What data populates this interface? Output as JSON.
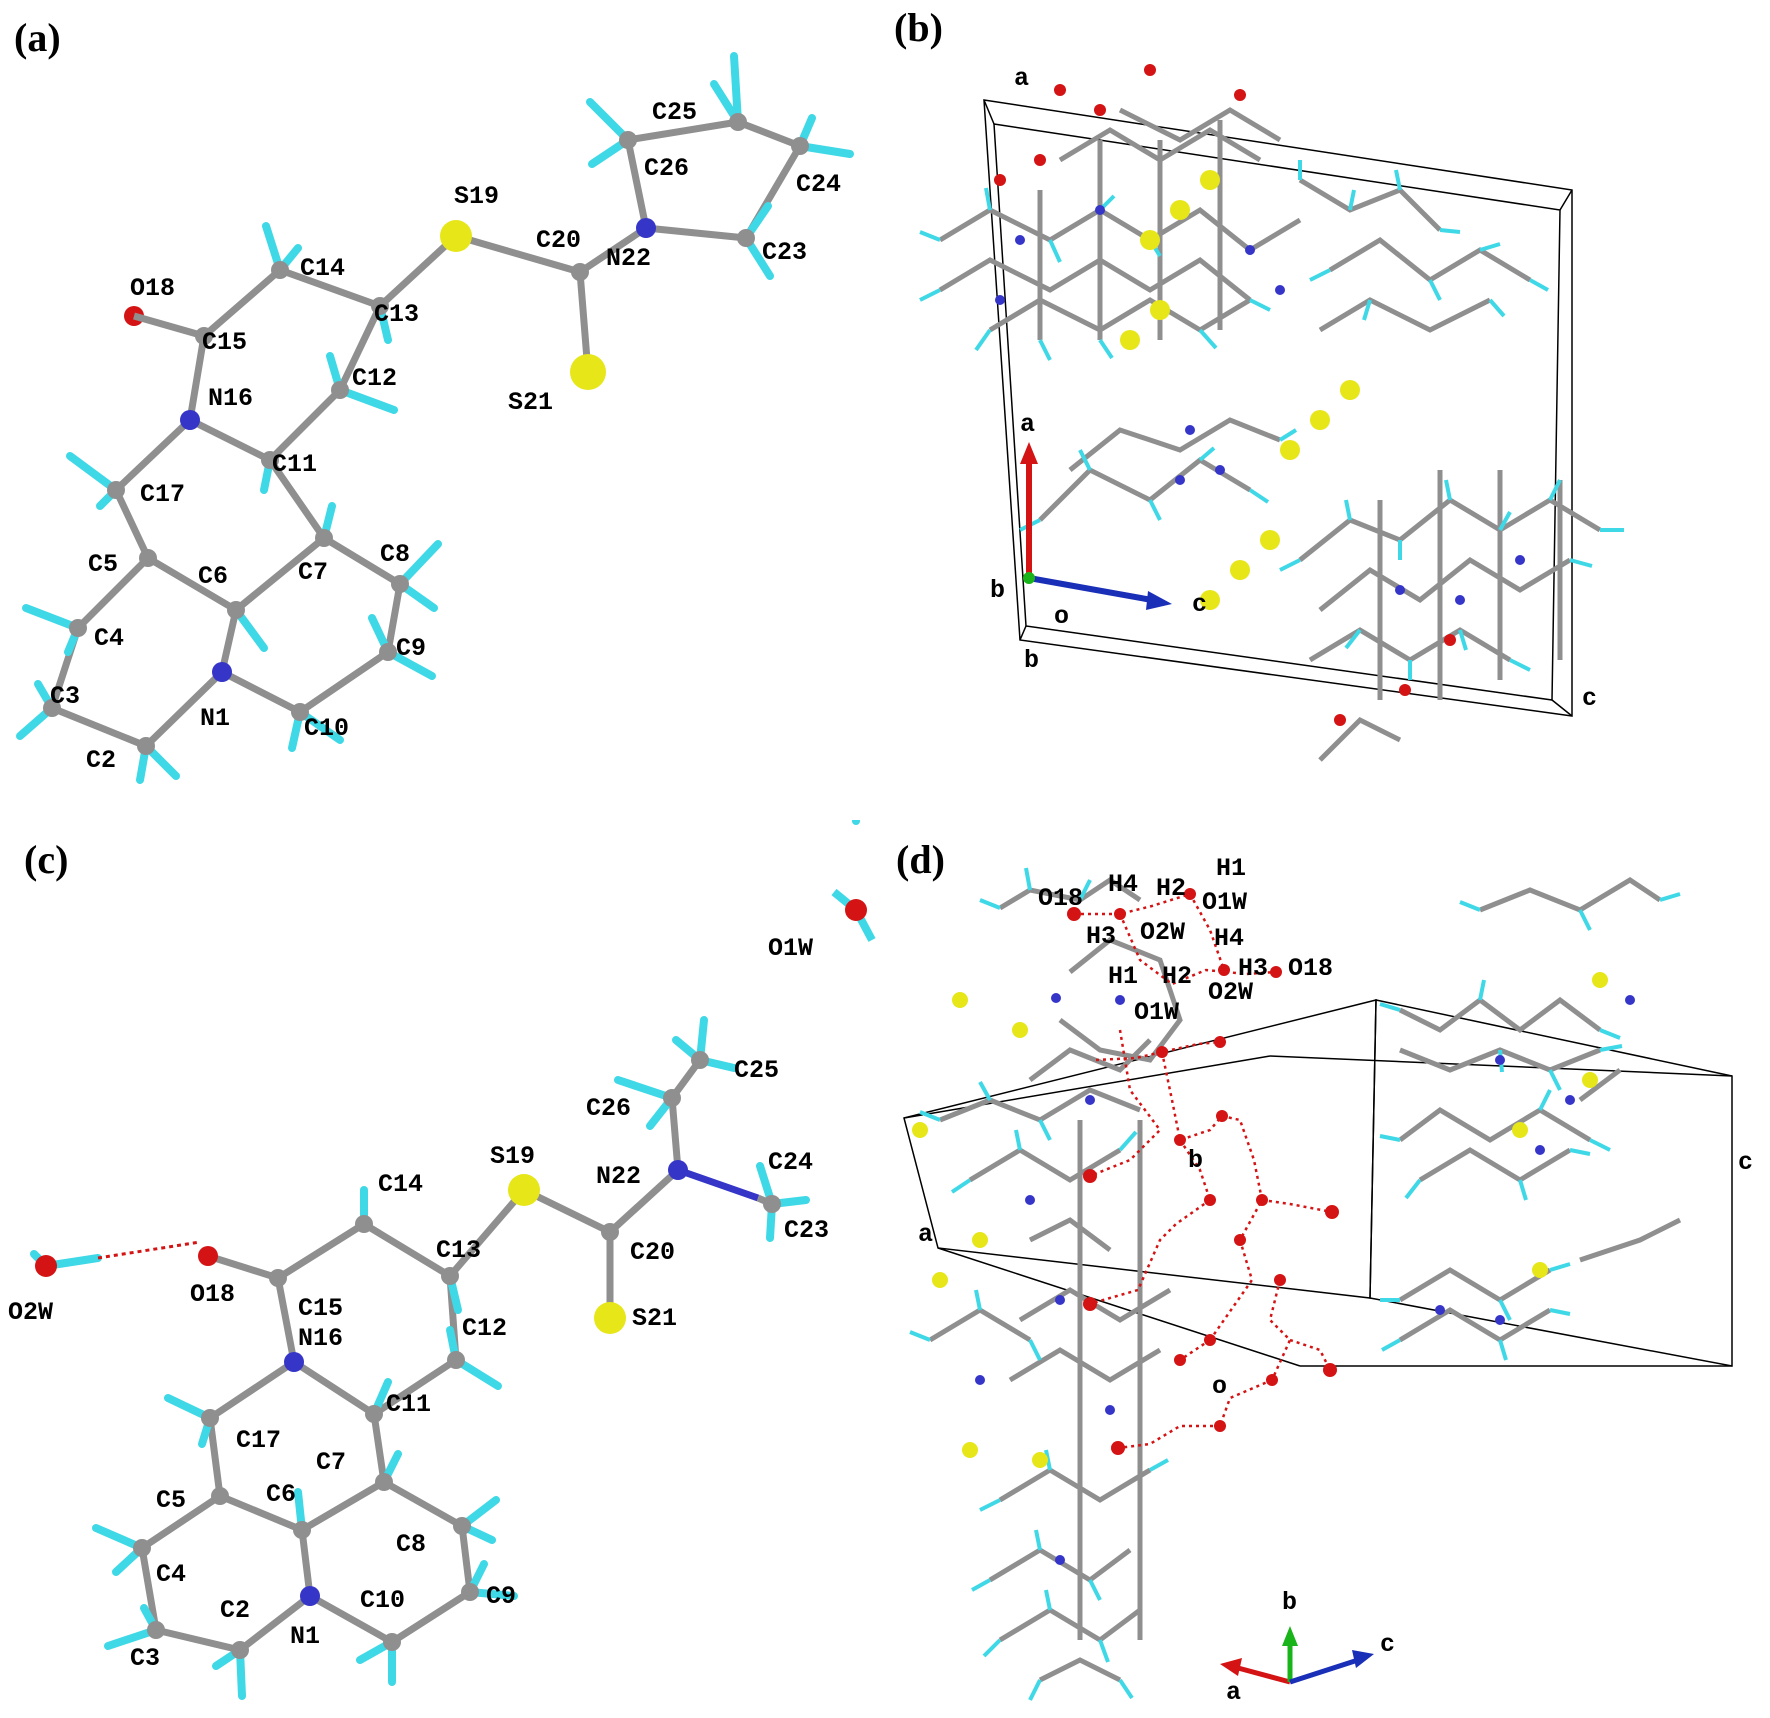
{
  "panels": [
    {
      "id": "a",
      "label": "(a)"
    },
    {
      "id": "b",
      "label": "(b)"
    },
    {
      "id": "c",
      "label": "(c)"
    },
    {
      "id": "d",
      "label": "(d)"
    }
  ],
  "panel_a": {
    "atoms": [
      "N1",
      "C2",
      "C3",
      "C4",
      "C5",
      "C6",
      "C7",
      "C8",
      "C9",
      "C10",
      "C11",
      "C12",
      "C13",
      "C14",
      "C15",
      "N16",
      "C17",
      "O18",
      "S19",
      "C20",
      "S21",
      "N22",
      "C23",
      "C24",
      "C25",
      "C26"
    ]
  },
  "panel_b": {
    "cell_labels": [
      "a",
      "b",
      "c",
      "o"
    ],
    "axis_labels": [
      "a",
      "b",
      "c"
    ]
  },
  "panel_c": {
    "atoms": [
      "N1",
      "C2",
      "C3",
      "C4",
      "C5",
      "C6",
      "C7",
      "C8",
      "C9",
      "C10",
      "C11",
      "C12",
      "C13",
      "C14",
      "C15",
      "N16",
      "C17",
      "O18",
      "S19",
      "C20",
      "S21",
      "N22",
      "C23",
      "C24",
      "C25",
      "C26",
      "O1W",
      "O2W"
    ]
  },
  "panel_d": {
    "hbond_labels": [
      "O18",
      "H4",
      "H2",
      "H1",
      "O1W",
      "H3",
      "O2W",
      "H4",
      "H3",
      "O18",
      "H1",
      "H2",
      "O2W",
      "O1W"
    ],
    "cell_labels": [
      "a",
      "b",
      "c",
      "o"
    ],
    "axis_labels": [
      "a",
      "b",
      "c"
    ]
  },
  "colors": {
    "carbon": "#8a8a8a",
    "hydrogen": "#3fd8e6",
    "nitrogen": "#3535c8",
    "oxygen": "#d41414",
    "sulfur": "#e6e619",
    "hbond": "#d41414",
    "axis_a": "#d41414",
    "axis_b": "#19b419",
    "axis_c": "#1a2fb8"
  }
}
